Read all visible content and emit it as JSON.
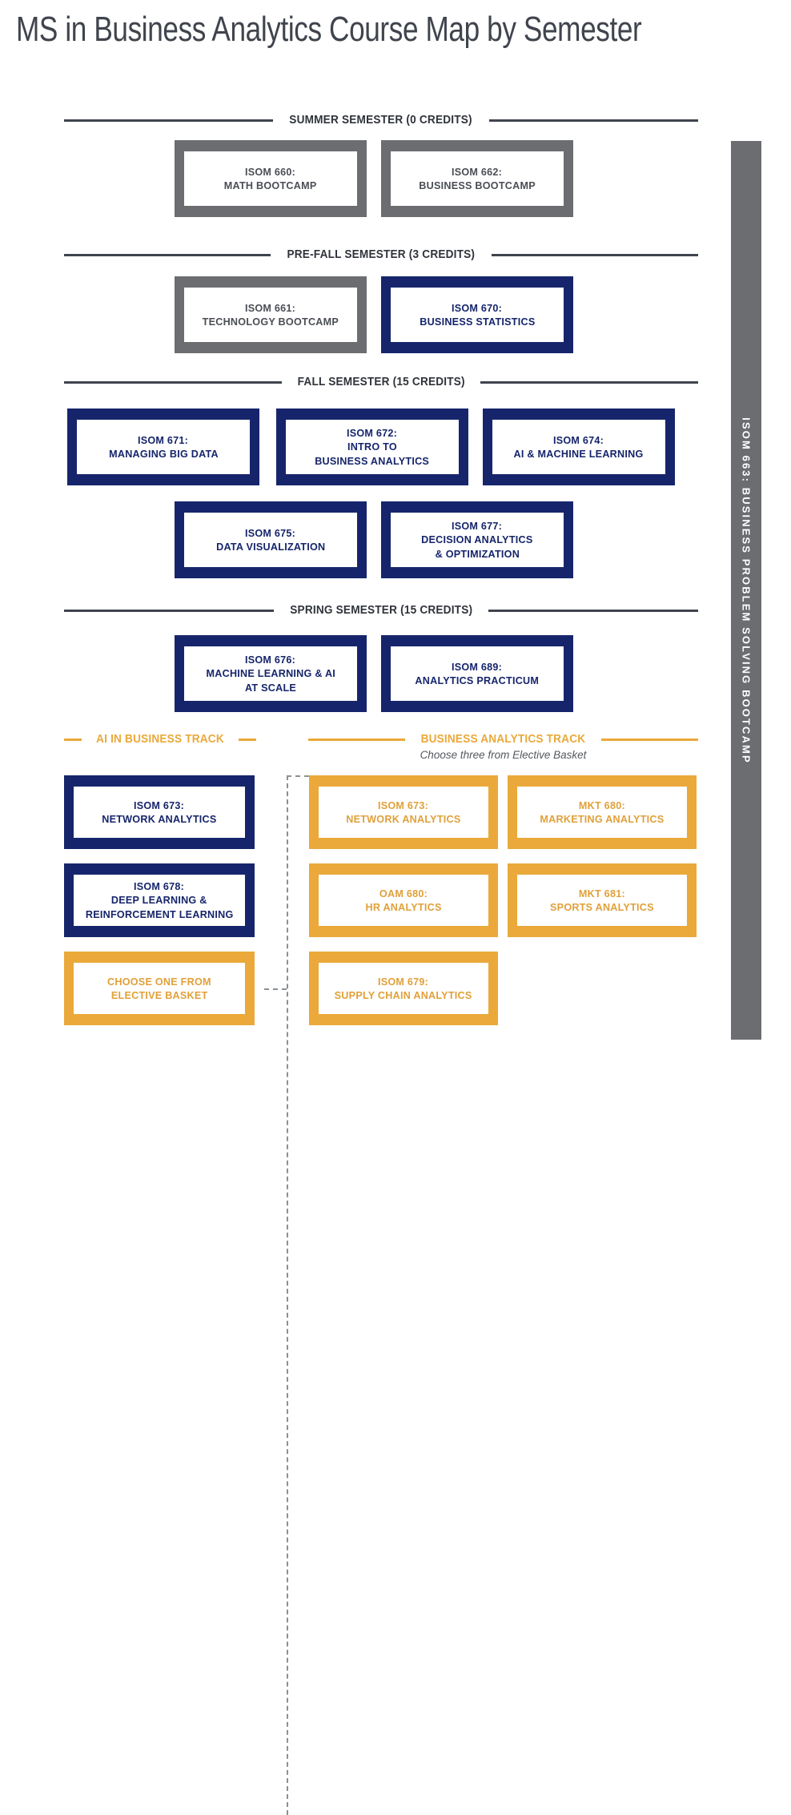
{
  "page": {
    "title": "MS in Business Analytics Course Map by Semester"
  },
  "colors": {
    "navy": "#16256B",
    "gold": "#EAA93A",
    "gray": "#6B6D70",
    "ink": "#3F444D",
    "background": "#FFFFFF"
  },
  "sections": [
    {
      "key": "summer",
      "label": "SUMMER SEMESTER (0 CREDITS)"
    },
    {
      "key": "prefall",
      "label": "PRE-FALL SEMESTER (3 CREDITS)"
    },
    {
      "key": "fall",
      "label": "FALL SEMESTER (15 CREDITS)"
    },
    {
      "key": "spring",
      "label": "SPRING SEMESTER (15 CREDITS)"
    }
  ],
  "tracks": {
    "ai": {
      "label": "AI IN BUSINESS TRACK"
    },
    "ba": {
      "label": "BUSINESS ANALYTICS TRACK",
      "subtitle": "Choose three from Elective Basket"
    }
  },
  "sidebar": {
    "label": "ISOM 663: BUSINESS PROBLEM SOLVING BOOTCAMP",
    "style": "gray"
  },
  "courses": {
    "summer": [
      {
        "code": "ISOM 660:",
        "name": "MATH BOOTCAMP",
        "style": "gray"
      },
      {
        "code": "ISOM 662:",
        "name": "BUSINESS BOOTCAMP",
        "style": "gray"
      }
    ],
    "prefall": [
      {
        "code": "ISOM 661:",
        "name": "TECHNOLOGY BOOTCAMP",
        "style": "gray"
      },
      {
        "code": "ISOM 670:",
        "name": "BUSINESS STATISTICS",
        "style": "navy"
      }
    ],
    "fall_row1": [
      {
        "code": "ISOM 671:",
        "name": "MANAGING BIG DATA",
        "style": "navy"
      },
      {
        "code": "ISOM 672:",
        "name": "INTRO TO",
        "name2": "BUSINESS ANALYTICS",
        "style": "navy"
      },
      {
        "code": "ISOM 674:",
        "name": "AI & MACHINE LEARNING",
        "style": "navy"
      }
    ],
    "fall_row2": [
      {
        "code": "ISOM 675:",
        "name": "DATA VISUALIZATION",
        "style": "navy"
      },
      {
        "code": "ISOM 677:",
        "name": "DECISION ANALYTICS",
        "name2": "& OPTIMIZATION",
        "style": "navy"
      }
    ],
    "spring": [
      {
        "code": "ISOM 676:",
        "name": "MACHINE LEARNING & AI",
        "name2": "AT SCALE",
        "style": "navy"
      },
      {
        "code": "ISOM 689:",
        "name": "ANALYTICS PRACTICUM",
        "style": "navy"
      }
    ],
    "ai_track": [
      {
        "code": "ISOM 673:",
        "name": "NETWORK ANALYTICS",
        "style": "navy"
      },
      {
        "code": "ISOM 678:",
        "name": "DEEP LEARNING &",
        "name2": "REINFORCEMENT LEARNING",
        "style": "navy"
      },
      {
        "code": "CHOOSE ONE FROM",
        "name": "ELECTIVE BASKET",
        "style": "gold"
      }
    ],
    "ba_track_col1": [
      {
        "code": "ISOM 673:",
        "name": "NETWORK ANALYTICS",
        "style": "gold"
      },
      {
        "code": "OAM 680:",
        "name": "HR ANALYTICS",
        "style": "gold"
      },
      {
        "code": "ISOM 679:",
        "name": "SUPPLY CHAIN ANALYTICS",
        "style": "gold"
      }
    ],
    "ba_track_col2": [
      {
        "code": "MKT 680:",
        "name": "MARKETING ANALYTICS",
        "style": "gold"
      },
      {
        "code": "MKT 681:",
        "name": "SPORTS ANALYTICS",
        "style": "gold"
      }
    ]
  }
}
